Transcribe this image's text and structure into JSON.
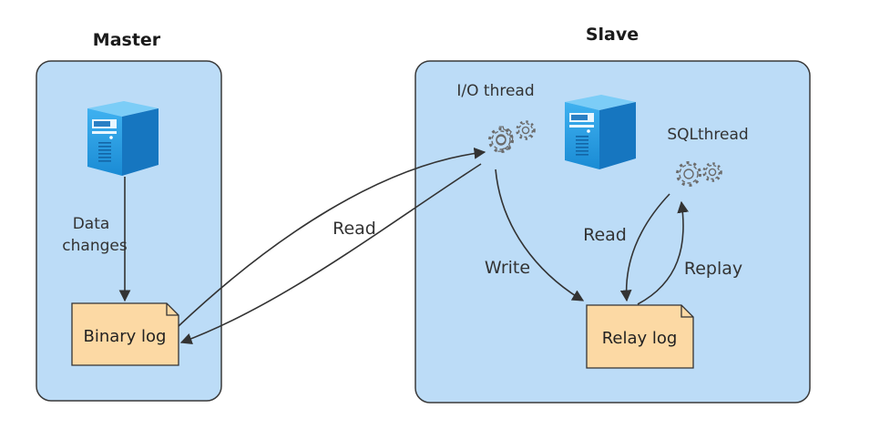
{
  "master": {
    "title": "Master",
    "data_changes_line1": "Data",
    "data_changes_line2": "changes",
    "binary_log": "Binary log"
  },
  "slave": {
    "title": "Slave",
    "io_thread": "I/O thread",
    "sql_thread": "SQLthread",
    "relay_log": "Relay log",
    "write": "Write",
    "read": "Read",
    "replay": "Replay"
  },
  "between": {
    "read": "Read"
  },
  "colors": {
    "panel_fill": "#bcdcf7",
    "panel_stroke": "#3a3a3a",
    "doc_fill": "#fcd9a4",
    "server_blue": "#2c9be0",
    "gear_stroke": "#6b6b6b",
    "arrow": "#333333"
  },
  "icons": [
    "server-icon",
    "gear-icon",
    "document-icon"
  ]
}
